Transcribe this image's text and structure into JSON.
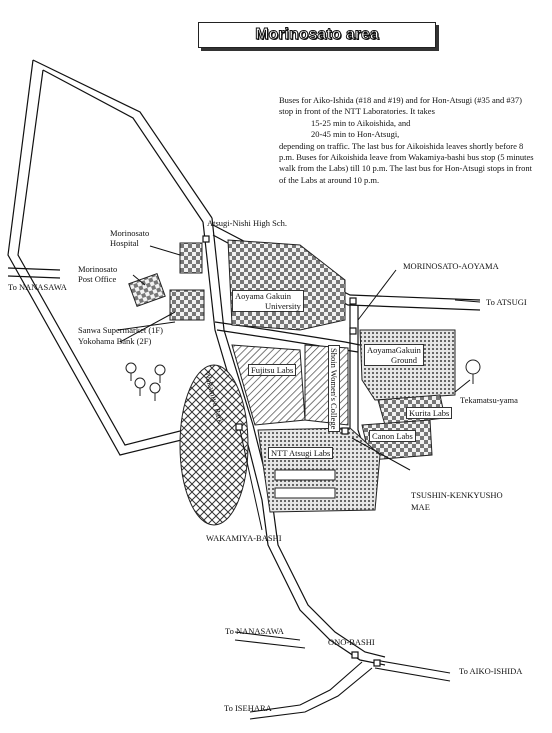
{
  "title": "Morinosato area",
  "notes": {
    "line1": "Buses for Aiko-Ishida (#18 and #19) and for Hon-Atsugi (#35 and #37) stop in front of the NTT Laboratories. It takes",
    "line2": "15-25 min to Aikoishida, and",
    "line3": "20-45 min to Hon-Atsugi,",
    "line4": "depending on traffic. The last bus for Aikoishida leaves shortly before 8 p.m. Buses for Aikoishida leave from Wakamiya-bashi bus stop (5 minutes walk from the Labs) till 10 p.m. The last bus for Hon-Atsugi stops in front of the Labs at around 10 p.m."
  },
  "labels": {
    "atsugi_nishi": "Atsugi-Nishi High Sch.",
    "hospital_1": "Morinosato",
    "hospital_2": "Hospital",
    "post_1": "Morinosato",
    "post_2": "Post Office",
    "to_nanasawa_left": "To NANASAWA",
    "aoyama_univ_1": "Aoyama Gakuin",
    "aoyama_univ_2": "University",
    "morinosato_aoyama": "MORINOSATO-AOYAMA",
    "to_atsugi": "To ATSUGI",
    "sanwa": "Sanwa Supermarket (1F)",
    "yokohama": "Yokohama Bank (2F)",
    "aoyama_ground_1": "AoyamaGakuin",
    "aoyama_ground_2": "Ground",
    "fujitsu": "Fujitsu Labs",
    "shoin": "Shoin Women's College",
    "wakamiya_park": "Wakamiya Park",
    "tekamatsu": "Tekamatsu-yama",
    "kurita": "Kurita Labs",
    "canon": "Canon Labs",
    "ntt": "NTT Atsugi Labs",
    "tsushin_1": "TSUSHIN-KENKYUSHO",
    "tsushin_2": "MAE",
    "wakamiya_bashi": "WAKAMIYA-BASHI",
    "to_nanasawa_bottom": "To NANASAWA",
    "ono_bashi": "ONO-BASHI",
    "to_aiko": "To AIKO-ISHIDA",
    "to_isehara": "To ISEHARA"
  },
  "colors": {
    "ink": "#111111",
    "paper": "#ffffff",
    "shade": "#8a8a8a"
  }
}
